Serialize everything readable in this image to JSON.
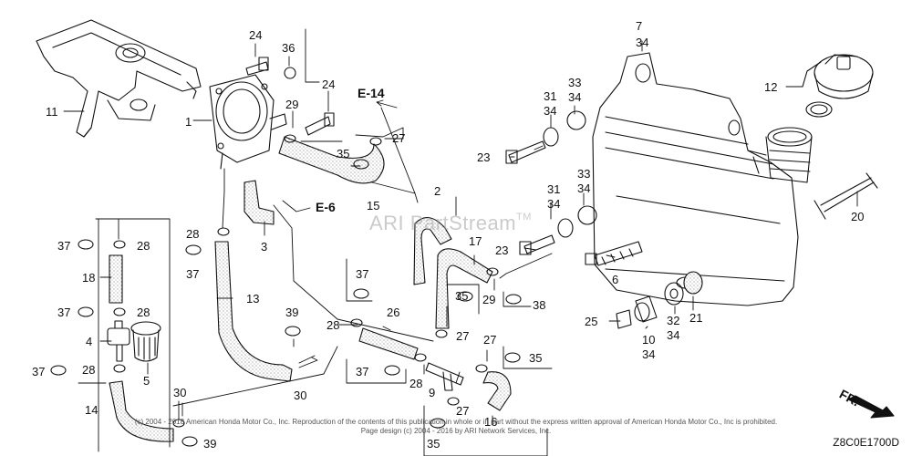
{
  "watermark": {
    "text": "ARI PartStream",
    "tm": "TM"
  },
  "copyright_line1": "(c) 2004 - 2018 American Honda Motor Co., Inc. Reproduction of the contents of this publication in whole or in part without the express written approval of American Honda Motor Co., Inc is prohibited.",
  "copyright_line2": "Page design (c) 2004 - 2016 by ARI Network Services, Inc.",
  "diagram_code": "Z8C0E1700D",
  "direction_label": "FR.",
  "refs": {
    "e14": "E-14",
    "e6": "E-6"
  },
  "callouts": {
    "c1": "1",
    "c2": "2",
    "c3": "3",
    "c4": "4",
    "c5": "5",
    "c6": "6",
    "c7": "7",
    "c7b": "34",
    "c9": "9",
    "c10": "10",
    "c10b": "34",
    "c11": "11",
    "c12": "12",
    "c13": "13",
    "c14": "14",
    "c15": "15",
    "c16": "16",
    "c17": "17",
    "c18": "18",
    "c20": "20",
    "c21": "21",
    "c23a": "23",
    "c23b": "23",
    "c24a": "24",
    "c24b": "24",
    "c25": "25",
    "c26": "26",
    "c27a": "27",
    "c27b": "27",
    "c27c": "27",
    "c27d": "27",
    "c28a": "28",
    "c28b": "28",
    "c28c": "28",
    "c28d": "28",
    "c28e": "28",
    "c28f": "28",
    "c29a": "29",
    "c29b": "29",
    "c30a": "30",
    "c30b": "30",
    "c31a": "31",
    "c31a2": "34",
    "c31b": "31",
    "c31b2": "34",
    "c32": "32",
    "c32b": "34",
    "c33a": "33",
    "c33a2": "34",
    "c33b": "33",
    "c33b2": "34",
    "c35a": "35",
    "c35b": "35",
    "c35c": "35",
    "c35d": "35",
    "c36": "36",
    "c37a": "37",
    "c37b": "37",
    "c37c": "37",
    "c37d": "37",
    "c37e": "37",
    "c37f": "37",
    "c38": "38",
    "c39a": "39",
    "c39b": "39"
  }
}
